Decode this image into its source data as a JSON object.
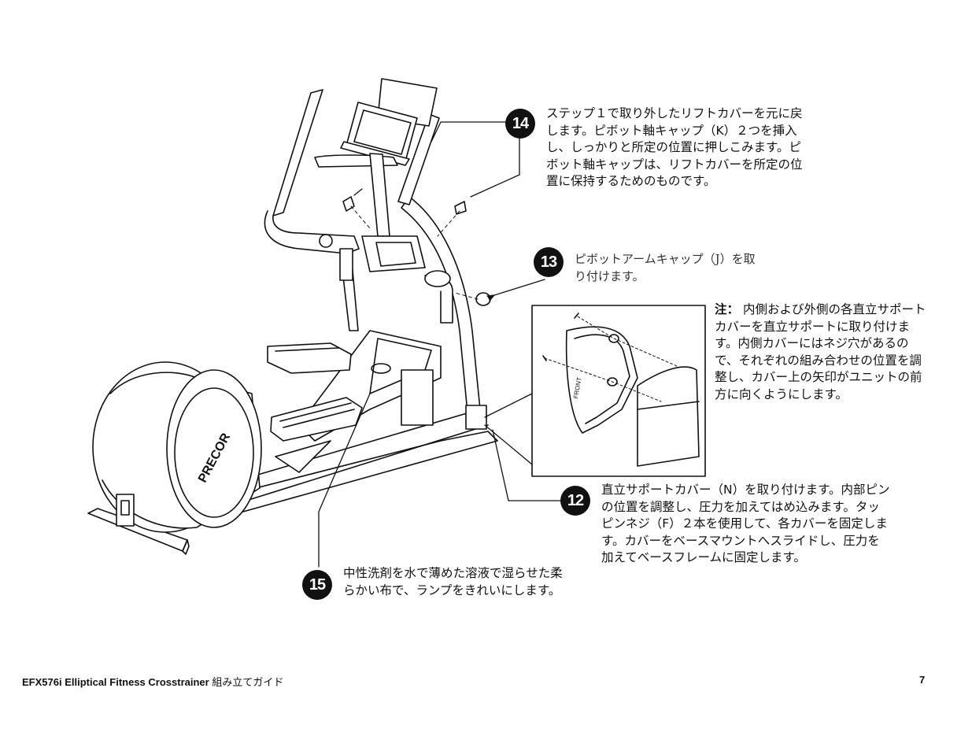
{
  "steps": [
    {
      "number": "14",
      "text": "ステップ１で取り外したリフトカバーを元に戻\nします。ピボット軸キャップ（K）２つを挿入\nし、しっかりと所定の位置に押しこみます。ピ\nボット軸キャップは、リフトカバーを所定の位\n置に保持するためのものです。"
    },
    {
      "number": "13",
      "text": "ピボットアームキャップ（J）を取\nり付けます。"
    },
    {
      "number": "12",
      "text": "直立サポートカバー（N）を取り付けます。内部ピン\nの位置を調整し、圧力を加えてはめ込みます。タッ\nピンネジ（F）２本を使用して、各カバーを固定しま\nす。カバーをベースマウントへスライドし、圧力を\n加えてベースフレームに固定します。"
    },
    {
      "number": "15",
      "text": "中性洗剤を水で薄めた溶液で湿らせた柔\nらかい布で、ランプをきれいにします。"
    }
  ],
  "note": {
    "label": "注：",
    "text": " 内側および外側の各直立サポート\nカバーを直立サポートに取り付けま\nす。内側カバーにはネジ穴があるの\nで、それぞれの組み合わせの位置を調\n整し、カバー上の矢印がユニットの前\n方に向くようにします。"
  },
  "illustration": {
    "brand_logo": "PRECOR",
    "front_label": "FRONT"
  },
  "footer": {
    "title": "EFX576i Elliptical Fitness Crosstrainer",
    "title_jp": "組み立てガイド",
    "page_number": "7"
  }
}
